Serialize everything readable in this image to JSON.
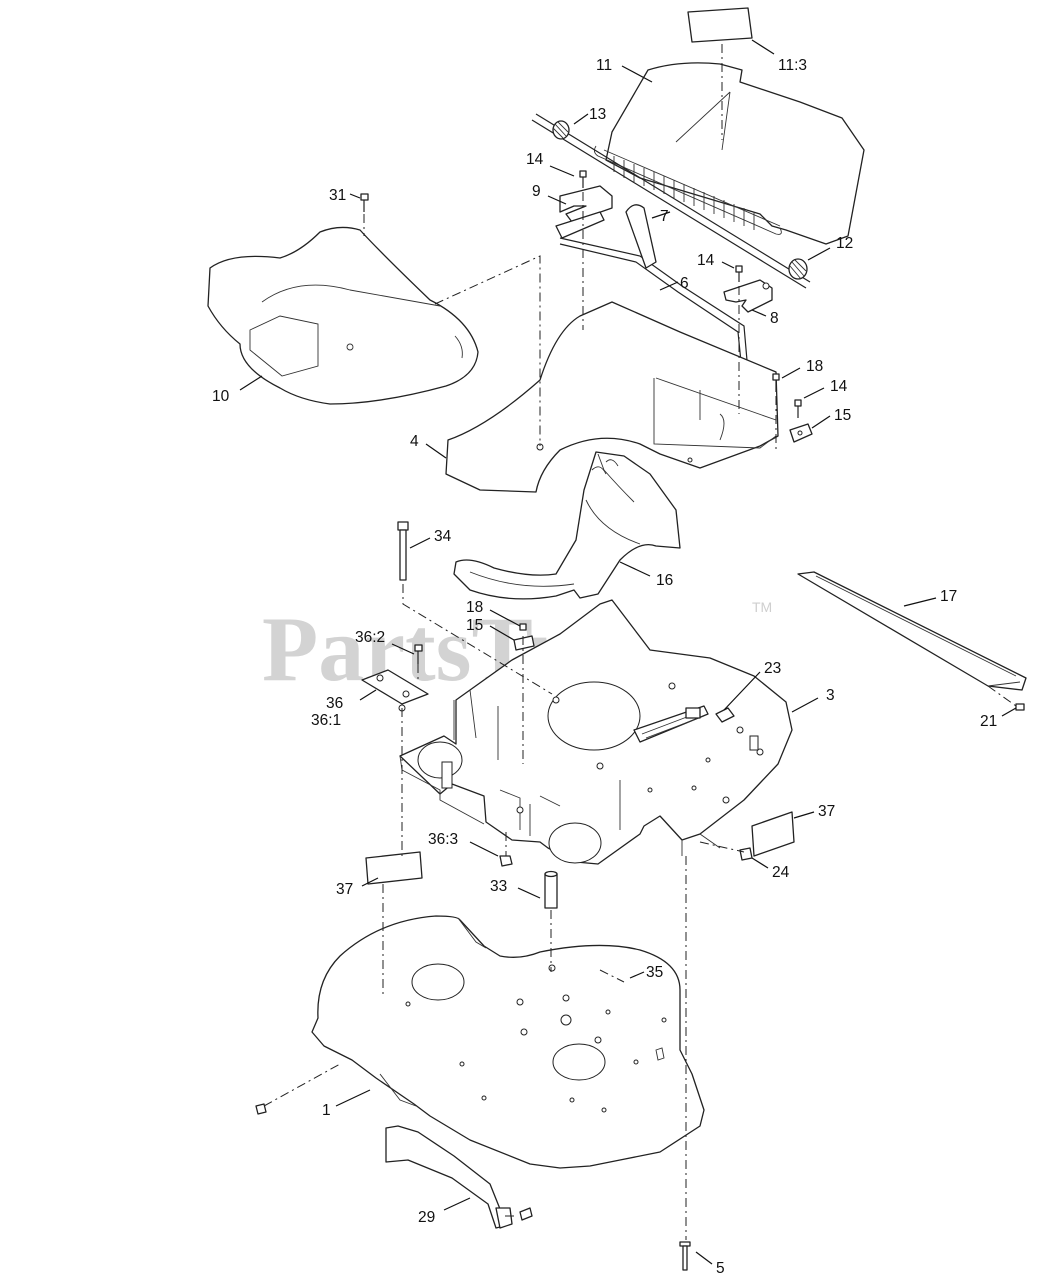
{
  "watermark": {
    "text": "PartsTree",
    "trademark": "TM"
  },
  "callouts": [
    {
      "id": "c-11-3",
      "text": "11:3"
    },
    {
      "id": "c-11",
      "text": "11"
    },
    {
      "id": "c-13",
      "text": "13"
    },
    {
      "id": "c-14a",
      "text": "14"
    },
    {
      "id": "c-9",
      "text": "9"
    },
    {
      "id": "c-7",
      "text": "7"
    },
    {
      "id": "c-12",
      "text": "12"
    },
    {
      "id": "c-14b",
      "text": "14"
    },
    {
      "id": "c-6",
      "text": "6"
    },
    {
      "id": "c-8",
      "text": "8"
    },
    {
      "id": "c-31",
      "text": "31"
    },
    {
      "id": "c-10",
      "text": "10"
    },
    {
      "id": "c-4",
      "text": "4"
    },
    {
      "id": "c-18a",
      "text": "18"
    },
    {
      "id": "c-14c",
      "text": "14"
    },
    {
      "id": "c-15a",
      "text": "15"
    },
    {
      "id": "c-34",
      "text": "34"
    },
    {
      "id": "c-16",
      "text": "16"
    },
    {
      "id": "c-17",
      "text": "17"
    },
    {
      "id": "c-18b",
      "text": "18"
    },
    {
      "id": "c-15b",
      "text": "15"
    },
    {
      "id": "c-36-2",
      "text": "36:2"
    },
    {
      "id": "c-23",
      "text": "23"
    },
    {
      "id": "c-36",
      "text": "36"
    },
    {
      "id": "c-36-1",
      "text": "36:1"
    },
    {
      "id": "c-3",
      "text": "3"
    },
    {
      "id": "c-21",
      "text": "21"
    },
    {
      "id": "c-37a",
      "text": "37"
    },
    {
      "id": "c-36-3",
      "text": "36:3"
    },
    {
      "id": "c-24",
      "text": "24"
    },
    {
      "id": "c-37b",
      "text": "37"
    },
    {
      "id": "c-33",
      "text": "33"
    },
    {
      "id": "c-35",
      "text": "35"
    },
    {
      "id": "c-1",
      "text": "1"
    },
    {
      "id": "c-29",
      "text": "29"
    },
    {
      "id": "c-5",
      "text": "5"
    }
  ]
}
